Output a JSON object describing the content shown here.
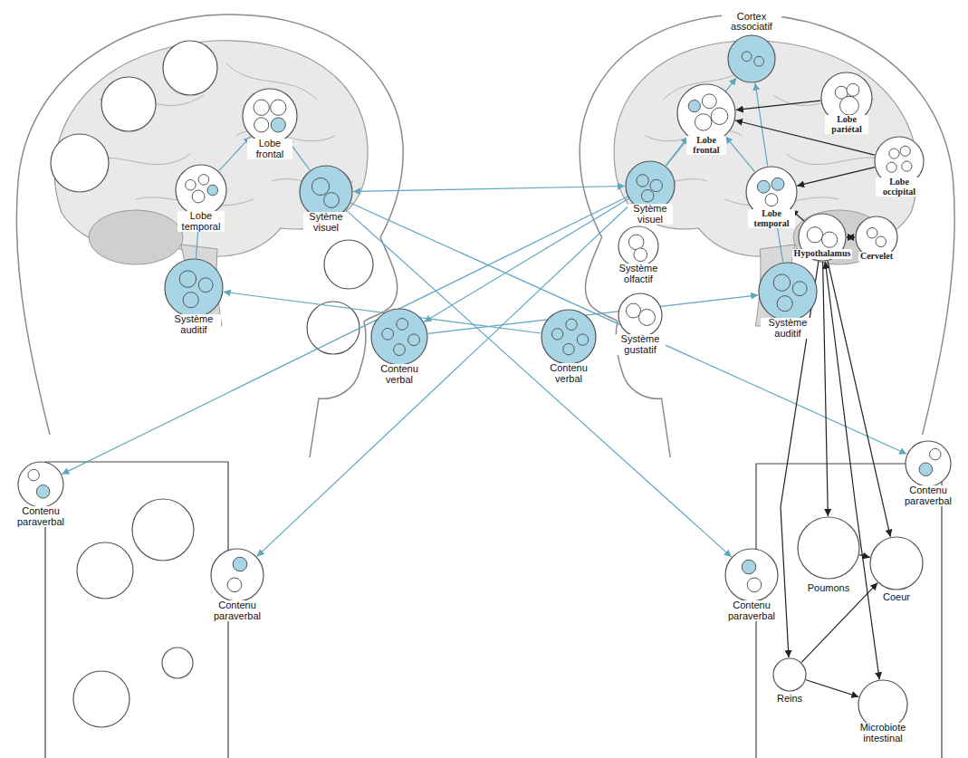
{
  "diagram": {
    "nodes": [
      {
        "text": [
          "Lobe frontal"
        ]
      },
      {
        "text": [
          "Lobe temporal"
        ]
      },
      {
        "text": [
          "Sytème visuel"
        ]
      },
      {
        "text": [
          "Système auditif"
        ]
      },
      {
        "text": [
          "Contenu verbal"
        ]
      },
      {
        "text": [
          "Cortex associatif"
        ]
      },
      {
        "text": [
          "Lobe frontal"
        ]
      },
      {
        "text": [
          "Lobe pariétal"
        ]
      },
      {
        "text": [
          "Lobe occipital"
        ]
      },
      {
        "text": [
          "Lobe temporal"
        ]
      },
      {
        "text": [
          "Sytème visuel"
        ]
      },
      {
        "text": [
          "Système olfactif"
        ]
      },
      {
        "text": [
          "Hypothalamus"
        ]
      },
      {
        "text": [
          "Cervelet"
        ]
      },
      {
        "text": [
          "Système gustatif"
        ]
      },
      {
        "text": [
          "Contenu verbal"
        ]
      },
      {
        "text": [
          "Système auditif"
        ]
      },
      {
        "text": [
          "Contenu paraverbal"
        ]
      },
      {
        "text": [
          "Contenu paraverbal"
        ]
      },
      {
        "text": [
          "Contenu paraverbal"
        ]
      },
      {
        "text": [
          "Contenu paraverbal"
        ]
      },
      {
        "text": [
          "Poumons"
        ]
      },
      {
        "text": [
          "Coeur"
        ]
      },
      {
        "text": [
          "Reins"
        ]
      },
      {
        "text": [
          "Microbiote intestinal"
        ]
      }
    ],
    "edges": [
      {
        "from": 2,
        "to": 10,
        "arrow": "both"
      },
      {
        "from": 2,
        "to": 0,
        "arrow": "to"
      },
      {
        "from": 1,
        "to": 0,
        "arrow": "to"
      },
      {
        "from": 3,
        "to": 1,
        "arrow": "to"
      },
      {
        "from": 15,
        "to": 3,
        "arrow": "to"
      },
      {
        "from": 4,
        "to": 16,
        "arrow": "to"
      },
      {
        "from": 10,
        "to": 4,
        "arrow": "to"
      },
      {
        "from": 10,
        "to": 17,
        "arrow": "to"
      },
      {
        "from": 10,
        "to": 18,
        "arrow": "to"
      },
      {
        "from": 2,
        "to": 20,
        "arrow": "to"
      },
      {
        "from": 2,
        "to": 19,
        "arrow": "to"
      },
      {
        "from": 10,
        "to": 6,
        "arrow": "to"
      },
      {
        "from": 10,
        "to": 5,
        "arrow": "to"
      },
      {
        "from": 9,
        "to": 5,
        "arrow": "to"
      },
      {
        "from": 9,
        "to": 6,
        "arrow": "to"
      },
      {
        "from": 16,
        "to": 9,
        "arrow": "to"
      },
      {
        "from": 7,
        "to": 6,
        "arrow": "to"
      },
      {
        "from": 8,
        "to": 6,
        "arrow": "to"
      },
      {
        "from": 8,
        "to": 9,
        "arrow": "to"
      },
      {
        "from": 12,
        "to": 9,
        "arrow": "to"
      },
      {
        "from": 13,
        "to": 12,
        "arrow": "both"
      },
      {
        "from": 12,
        "to": 21,
        "arrow": "to"
      },
      {
        "from": 12,
        "to": 22,
        "arrow": "to"
      },
      {
        "from": 12,
        "to": 23,
        "arrow": "to"
      },
      {
        "from": 12,
        "to": 24,
        "arrow": "both"
      },
      {
        "from": 21,
        "to": 22,
        "arrow": "to"
      },
      {
        "from": 23,
        "to": 22,
        "arrow": "to"
      },
      {
        "from": 23,
        "to": 24,
        "arrow": "to"
      }
    ]
  }
}
